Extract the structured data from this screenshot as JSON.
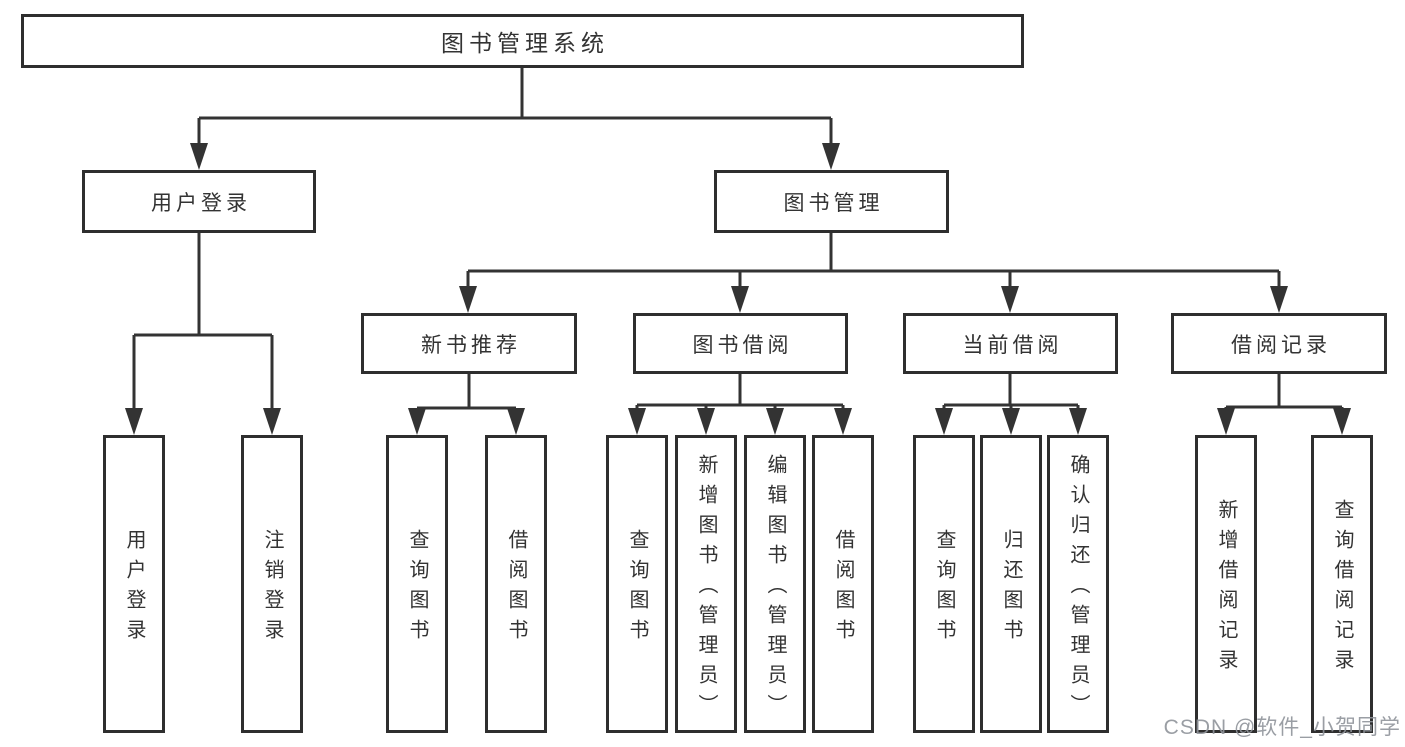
{
  "diagram": {
    "root": {
      "label": "图书管理系统"
    },
    "user_login": {
      "label": "用户登录",
      "children": [
        "用户登录",
        "注销登录"
      ]
    },
    "book_management": {
      "label": "图书管理",
      "sections": {
        "new_book_recommend": {
          "label": "新书推荐",
          "children": [
            "查询图书",
            "借阅图书"
          ]
        },
        "book_borrowing": {
          "label": "图书借阅",
          "children": [
            "查询图书",
            "新增图书（管理员）",
            "编辑图书（管理员）",
            "借阅图书"
          ]
        },
        "current_borrowing": {
          "label": "当前借阅",
          "children": [
            "查询图书",
            "归还图书",
            "确认归还（管理员）"
          ]
        },
        "borrowing_records": {
          "label": "借阅记录",
          "children": [
            "新增借阅记录",
            "查询借阅记录"
          ]
        }
      }
    }
  },
  "watermark": {
    "text": "CSDN @软件_小贺同学"
  },
  "colors": {
    "line": "#333333",
    "box_border": "#2e2e2e",
    "text": "#333333",
    "watermark": "#90949b",
    "background": "#ffffff"
  }
}
